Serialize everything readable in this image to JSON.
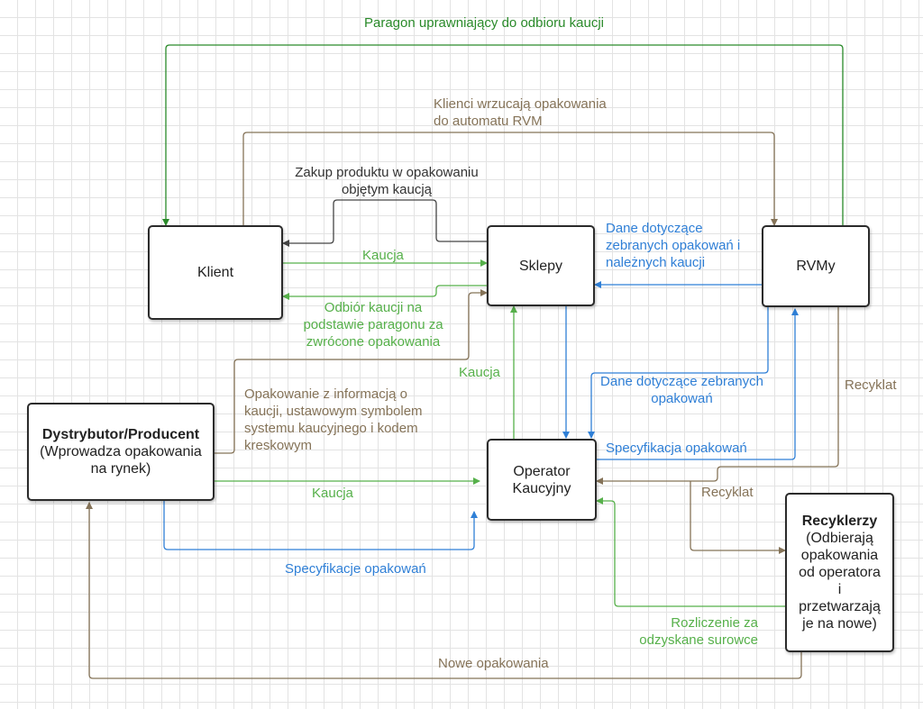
{
  "colors": {
    "green": "#56b04a",
    "dark_green": "#2a8a2a",
    "brown": "#857358",
    "blue": "#2f7fd6",
    "dark": "#333333"
  },
  "nodes": {
    "klient": "Klient",
    "sklepy": "Sklepy",
    "rvmy": "RVMy",
    "operator_line1": "Operator",
    "operator_line2": "Kaucyjny",
    "dystrybutor_title": "Dystrybutor/Producent",
    "dystrybutor_line1": "(Wprowadza opakowania",
    "dystrybutor_line2": "na rynek)",
    "recyklerzy_title": "Recyklerzy",
    "recyklerzy_lines": [
      "(Odbierają",
      "opakowania",
      "od operatora",
      "i",
      "przetwarzają",
      "je na nowe)"
    ]
  },
  "labels": {
    "paragon": "Paragon uprawniający do odbioru kaucji",
    "klienci_line1": "Klienci wrzucają opakowania",
    "klienci_line2": "do automatu RVM",
    "zakup_line1": "Zakup produktu w opakowaniu",
    "zakup_line2": "objętym kaucją",
    "kaucja_klient_sklepy": "Kaucja",
    "odbior_line1": "Odbiór kaucji na",
    "odbior_line2": "podstawie paragonu za",
    "odbior_line3": "zwrócone opakowania",
    "dane_rvm_sklepy_line1": "Dane dotyczące",
    "dane_rvm_sklepy_line2": "zebranych opakowań i",
    "dane_rvm_sklepy_line3": "należnych kaucji",
    "kaucja_operator_sklepy": "Kaucja",
    "dane_rvm_operator_line1": "Dane dotyczące zebranych",
    "dane_rvm_operator_line2": "opakowań",
    "opakowanie_line1": "Opakowanie z informacją o",
    "opakowanie_line2": "kaucji, ustawowym symbolem",
    "opakowanie_line3": "systemu kaucyjnego i kodem",
    "opakowanie_line4": "kreskowym",
    "specyfikacja_opakowan": "Specyfikacja opakowań",
    "recyklat_right": "Recyklat",
    "recyklat_mid": "Recyklat",
    "kaucja_dystr_operator": "Kaucja",
    "specyfikacje_opakowan": "Specyfikacje opakowań",
    "rozliczenie_line1": "Rozliczenie za",
    "rozliczenie_line2": "odzyskane surowce",
    "nowe_opakowania": "Nowe opakowania"
  }
}
